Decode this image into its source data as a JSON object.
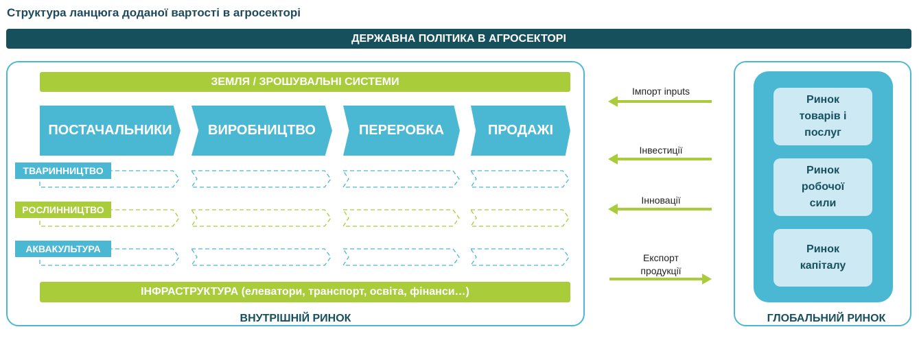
{
  "title": "Структура ланцюга доданої вартості в агросекторі",
  "policy_bar": "ДЕРЖАВНА ПОЛІТИКА В АГРОСЕКТОРІ",
  "domestic": {
    "top_bar": "ЗЕМЛЯ / ЗРОШУВАЛЬНІ СИСТЕМИ",
    "stages": [
      "ПОСТАЧАЛЬНИКИ",
      "ВИРОБНИЦТВО",
      "ПЕРЕРОБКА",
      "ПРОДАЖІ"
    ],
    "sectors": [
      {
        "label": "ТВАРИННИЦТВО",
        "color": "#4bb8d3"
      },
      {
        "label": "РОСЛИННИЦТВО",
        "color": "#a9cc3b"
      },
      {
        "label": "АКВАКУЛЬТУРА",
        "color": "#4bb8d3"
      }
    ],
    "infra_bar": "ІНФРАСТРУКТУРА (елеватори, транспорт, освіта, фінанси…)",
    "label": "ВНУТРІШНІЙ РИНОК"
  },
  "flows": [
    {
      "label": "Імпорт inputs",
      "direction": "left"
    },
    {
      "label": "Інвестиції",
      "direction": "left"
    },
    {
      "label": "Інновації",
      "direction": "left"
    },
    {
      "label": "Експорт продукції",
      "direction": "right"
    }
  ],
  "global": {
    "markets": [
      "Ринок товарів і послуг",
      "Ринок робочої сили",
      "Ринок капіталу"
    ],
    "label": "ГЛОБАЛЬНИЙ РИНОК"
  },
  "colors": {
    "teal_dark": "#17505d",
    "blue": "#4bb8d3",
    "green": "#a9cc3b",
    "light_blue": "#cdeaf4"
  }
}
